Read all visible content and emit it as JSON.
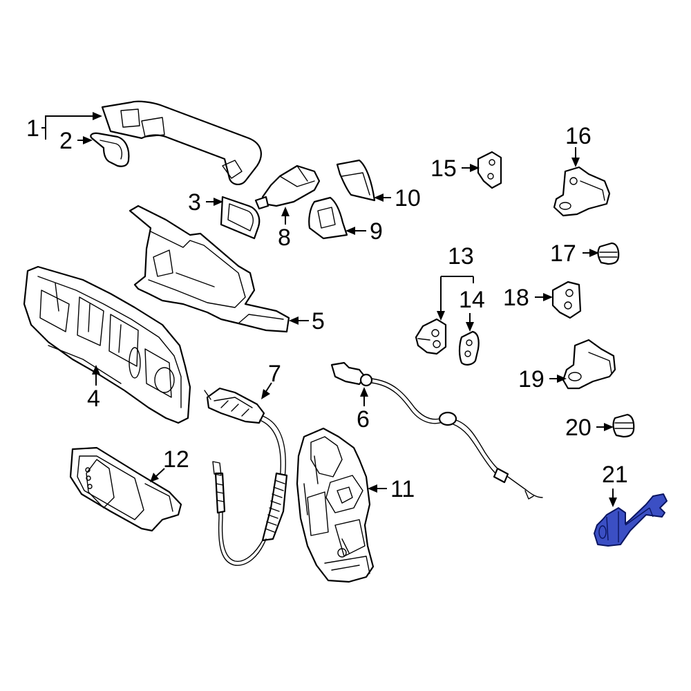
{
  "callouts": [
    "1",
    "2",
    "3",
    "4",
    "5",
    "6",
    "7",
    "8",
    "9",
    "10",
    "11",
    "12",
    "13",
    "14",
    "15",
    "16",
    "17",
    "18",
    "19",
    "20",
    "21"
  ],
  "colors": {
    "highlight": "#3b4fc4",
    "line": "#000000",
    "background": "#ffffff"
  }
}
